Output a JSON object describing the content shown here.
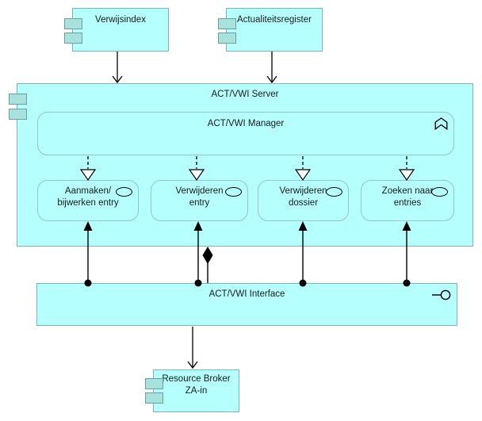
{
  "colors": {
    "node_fill": "#B5FFFF",
    "node_border": "#7FB3B6",
    "rounded_border": "#96C6C6",
    "tab_fill": "#A8E2DD",
    "tab_border": "#6CA0A0",
    "line": "#000000",
    "text": "#1A1A1A",
    "background": "#FFFFFF"
  },
  "nodes": {
    "verwijsindex": {
      "label": "Verwijsindex",
      "type": "application-component"
    },
    "actualiteitsregister": {
      "label": "Actualiteitsregister",
      "type": "application-component"
    },
    "server": {
      "label": "ACT/VWI Server",
      "type": "application-component"
    },
    "manager": {
      "label": "ACT/VWI Manager",
      "type": "application-function"
    },
    "services": [
      {
        "label": "Aanmaken/\nbijwerken entry"
      },
      {
        "label": "Verwijderen\nentry"
      },
      {
        "label": "Verwijderen\ndossier"
      },
      {
        "label": "Zoeken naar\nentries"
      }
    ],
    "interface": {
      "label": "ACT/VWI Interface",
      "type": "application-interface"
    },
    "resource_broker": {
      "label": "Resource Broker\nZA-in",
      "type": "application-component"
    }
  },
  "icons": {
    "component_tabs": "uml-component-tabs",
    "service_badge": "application-service-ellipse",
    "function_badge": "function-chevron",
    "interface_badge": "lollipop-interface"
  }
}
